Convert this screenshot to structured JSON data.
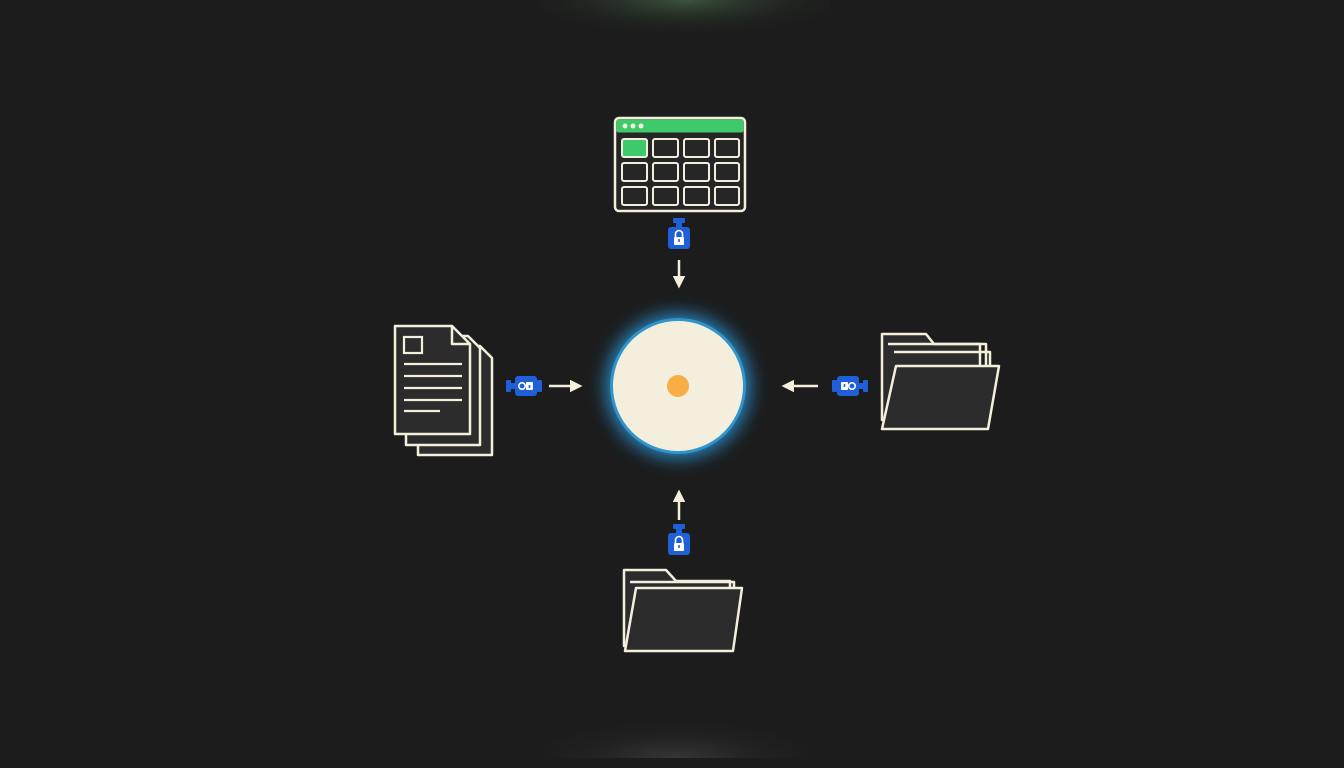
{
  "diagram": {
    "theme": {
      "background": "#1c1c1c",
      "stroke": "#f4efdc",
      "fill_dark": "#2c2c2c",
      "hub_fill": "#f4efdc",
      "hub_glow": "#2a9ee6",
      "hub_dot": "#f6ae45",
      "connector_blue": "#1f5fd8",
      "accent_green": "#3ec96b"
    },
    "hub": {
      "icon": "central-hub-node"
    },
    "sources": [
      {
        "id": "top",
        "icon": "spreadsheet-window-icon",
        "flow": "down"
      },
      {
        "id": "left",
        "icon": "document-stack-icon",
        "flow": "right"
      },
      {
        "id": "right",
        "icon": "folder-icon",
        "flow": "left"
      },
      {
        "id": "bottom",
        "icon": "folder-icon",
        "flow": "up"
      }
    ],
    "connectors": {
      "icon": "lock-connector-icon",
      "count": 4
    }
  }
}
